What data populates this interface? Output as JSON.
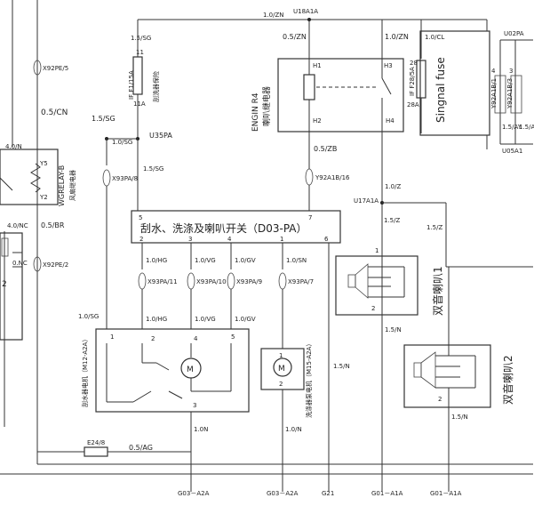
{
  "labels": {
    "top_wire": "1.0/ZN",
    "u18": "U18A1A",
    "w_05zn": "0.5/ZN",
    "w_10zn_r": "1.0/ZN",
    "w_15sg_top": "1.5/SG",
    "pin11": "11",
    "fuse_if11": "IF F1/15A",
    "fuse_cn": "刮洗器保险",
    "pin11a": "11A",
    "w_15sg": "1.5/SG",
    "x92pe5": "X92PE/5",
    "w_05cn": "0.5/CN",
    "w_40n": "4.0/N",
    "y5": "Y5",
    "y2": "Y2",
    "wgrelay": "WGRELAY-B",
    "wgrelay_cn": "风扇继电器",
    "w_40nc1": "4.0/NC",
    "w_40nc2": "0.NC",
    "w_05br": "0.5/BR",
    "x92pe2": "X92PE/2",
    "left2": "2",
    "u35": "U35PA",
    "w_10sg": "1.0/SG",
    "w_15sg2": "1.5/SG",
    "x93pa8": "X93PA/8",
    "relay_en": "ENGIN R4",
    "relay_cn": "喇叭继电器",
    "h1": "H1",
    "h3": "H3",
    "h2": "H2",
    "h4": "H4",
    "w_05zb": "0.5/ZB",
    "y92a1b16": "Y92A1B/16",
    "w_10z": "1.0/Z",
    "u17": "U17A1A",
    "w_10cl": "1.0/CL",
    "p28": "28",
    "p28a": "28A",
    "fuse_if28": "IF F28/5A",
    "signal_fuse": "Singnal fuse",
    "u02": "U02PA",
    "p4": "4",
    "p3": "3",
    "y92a1b1": "Y92A1B/1",
    "y92a1b3": "Y92A1B/3",
    "w_15ay": "1.5/AY",
    "w_15aw": "1.5/AW",
    "u05": "U05A1",
    "switch_title": "刮水、洗涤及喇叭开关（D03-PA）",
    "sw5": "5",
    "sw7": "7",
    "sw2": "2",
    "sw3": "3",
    "sw4": "4",
    "sw1": "1",
    "sw6": "6",
    "w_10hg": "1.0/HG",
    "w_10vg": "1.0/VG",
    "w_10gv": "1.0/GV",
    "w_10sn": "1.0/SN",
    "x93pa11": "X93PA/11",
    "x93pa10": "X93PA/10",
    "x93pa9": "X93PA/9",
    "x93pa7": "X93PA/7",
    "w_15z_a": "1.5/Z",
    "w_15z_b": "1.5/Z",
    "horn1_label": "双音喇叭1",
    "horn2_label": "双音喇叭2",
    "horn_p1": "1",
    "horn_p2": "2",
    "w_15n_a": "1.5/N",
    "w_15n_b": "1.5/N",
    "w_15n_c": "1.5/N",
    "w_10sg_b": "1.0/SG",
    "w_10hg_b": "1.0/HG",
    "w_10vg_b": "1.0/VG",
    "w_10gv_b": "1.0/GV",
    "wm1": "1",
    "wm2": "2",
    "wm4": "4",
    "wm5": "5",
    "wm3": "3",
    "wiper_motor_cn": "刮水器电机（M12-A2A）",
    "m_letter": "M",
    "washer_p1": "1",
    "washer_p2": "2",
    "washer_cn": "洗涤器泵电机（M15-A2A）",
    "w_10n": "1.0N",
    "w_10n_b": "1.0/N",
    "e248": "E24/8",
    "w_05ag": "0.5/AG",
    "g1": "G03－A2A",
    "g2": "G03－A2A",
    "g3": "G21",
    "g4": "G01－A1A",
    "g5": "G01－A1A"
  }
}
